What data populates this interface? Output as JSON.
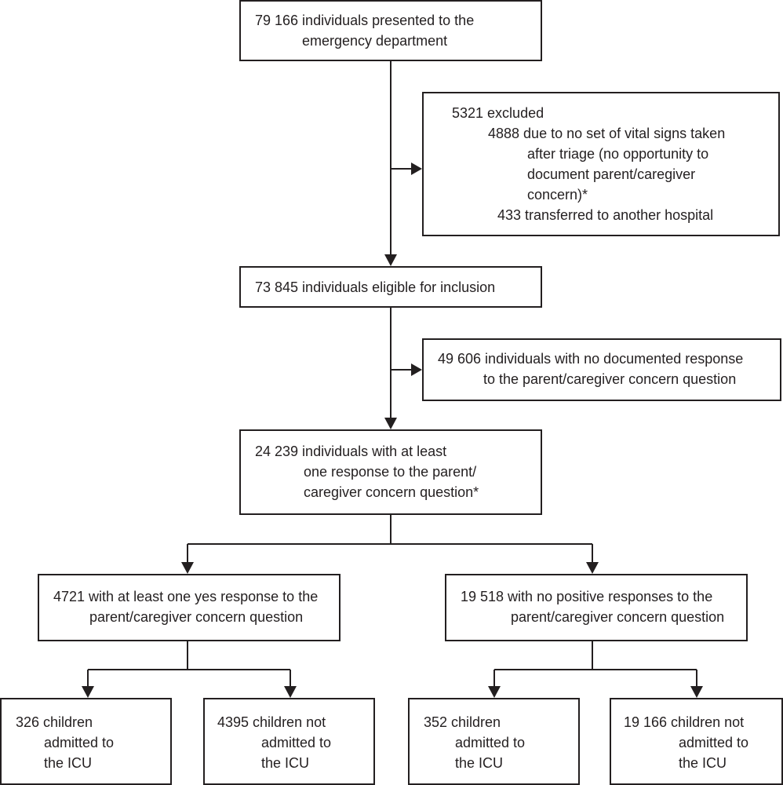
{
  "boxes": {
    "presented": {
      "line1": "79 166 individuals presented to the",
      "line2": "emergency department"
    },
    "excluded": {
      "header": "5321 excluded",
      "r1_line1": "4888 due to no set of vital signs taken",
      "r1_line2": "after triage (no opportunity to",
      "r1_line3": "document parent/caregiver",
      "r1_line4": "concern)*",
      "r2": "433 transferred to another hospital"
    },
    "eligible": {
      "line1": "73 845 individuals eligible for inclusion"
    },
    "no_response": {
      "line1": "49 606 individuals with no documented response",
      "line2": "to the parent/caregiver concern question"
    },
    "responded": {
      "line1": "24 239 individuals with at least",
      "line2": "one response to the parent/",
      "line3": "caregiver concern question*"
    },
    "yes_response": {
      "line1": "4721 with at least one yes response to the",
      "line2": "parent/caregiver concern question"
    },
    "no_positive": {
      "line1": "19 518 with no positive responses to the",
      "line2": "parent/caregiver concern question"
    },
    "yes_icu": {
      "line1": "326 children",
      "line2": "admitted to",
      "line3": "the ICU"
    },
    "yes_not_icu": {
      "line1": "4395 children not",
      "line2": "admitted to",
      "line3": "the ICU"
    },
    "no_icu": {
      "line1": "352 children",
      "line2": "admitted to",
      "line3": "the ICU"
    },
    "no_not_icu": {
      "line1": "19 166 children not",
      "line2": "admitted to",
      "line3": "the ICU"
    }
  }
}
